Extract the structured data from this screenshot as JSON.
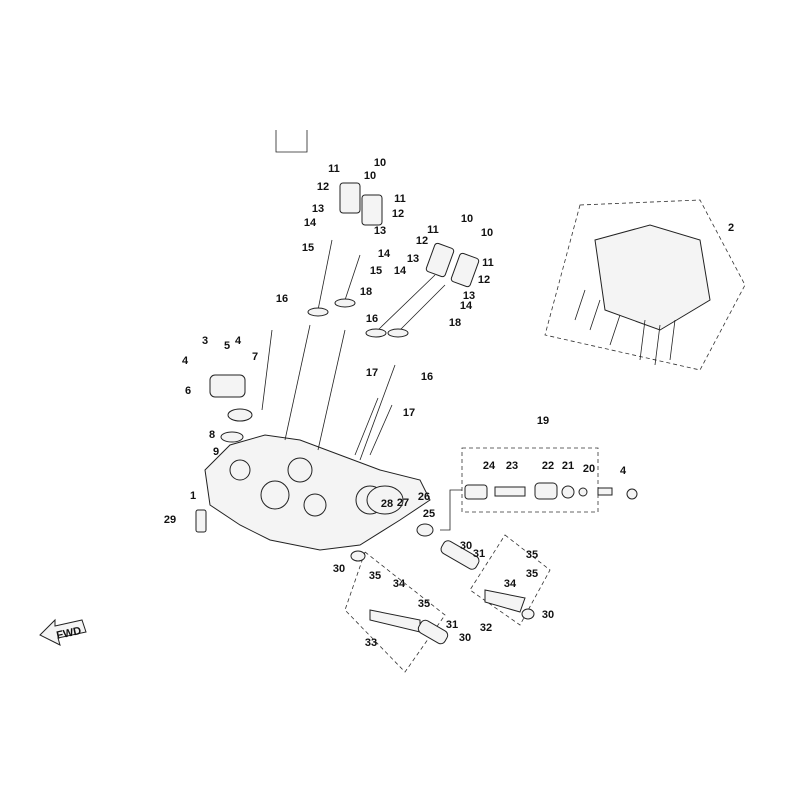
{
  "diagram": {
    "title": "Cylinder head exploded parts diagram",
    "fwd_label": "FWD",
    "callouts": [
      "10",
      "11",
      "10",
      "12",
      "11",
      "13",
      "12",
      "14",
      "13",
      "14",
      "15",
      "15",
      "10",
      "11",
      "10",
      "12",
      "13",
      "11",
      "14",
      "12",
      "13",
      "14",
      "18",
      "18",
      "16",
      "16",
      "16",
      "3",
      "5",
      "4",
      "4",
      "7",
      "6",
      "8",
      "9",
      "17",
      "17",
      "1",
      "29",
      "2",
      "19",
      "24",
      "23",
      "22",
      "21",
      "20",
      "4",
      "28",
      "27",
      "26",
      "25",
      "30",
      "31",
      "30",
      "35",
      "34",
      "35",
      "33",
      "31",
      "30",
      "35",
      "35",
      "34",
      "32",
      "30"
    ]
  }
}
